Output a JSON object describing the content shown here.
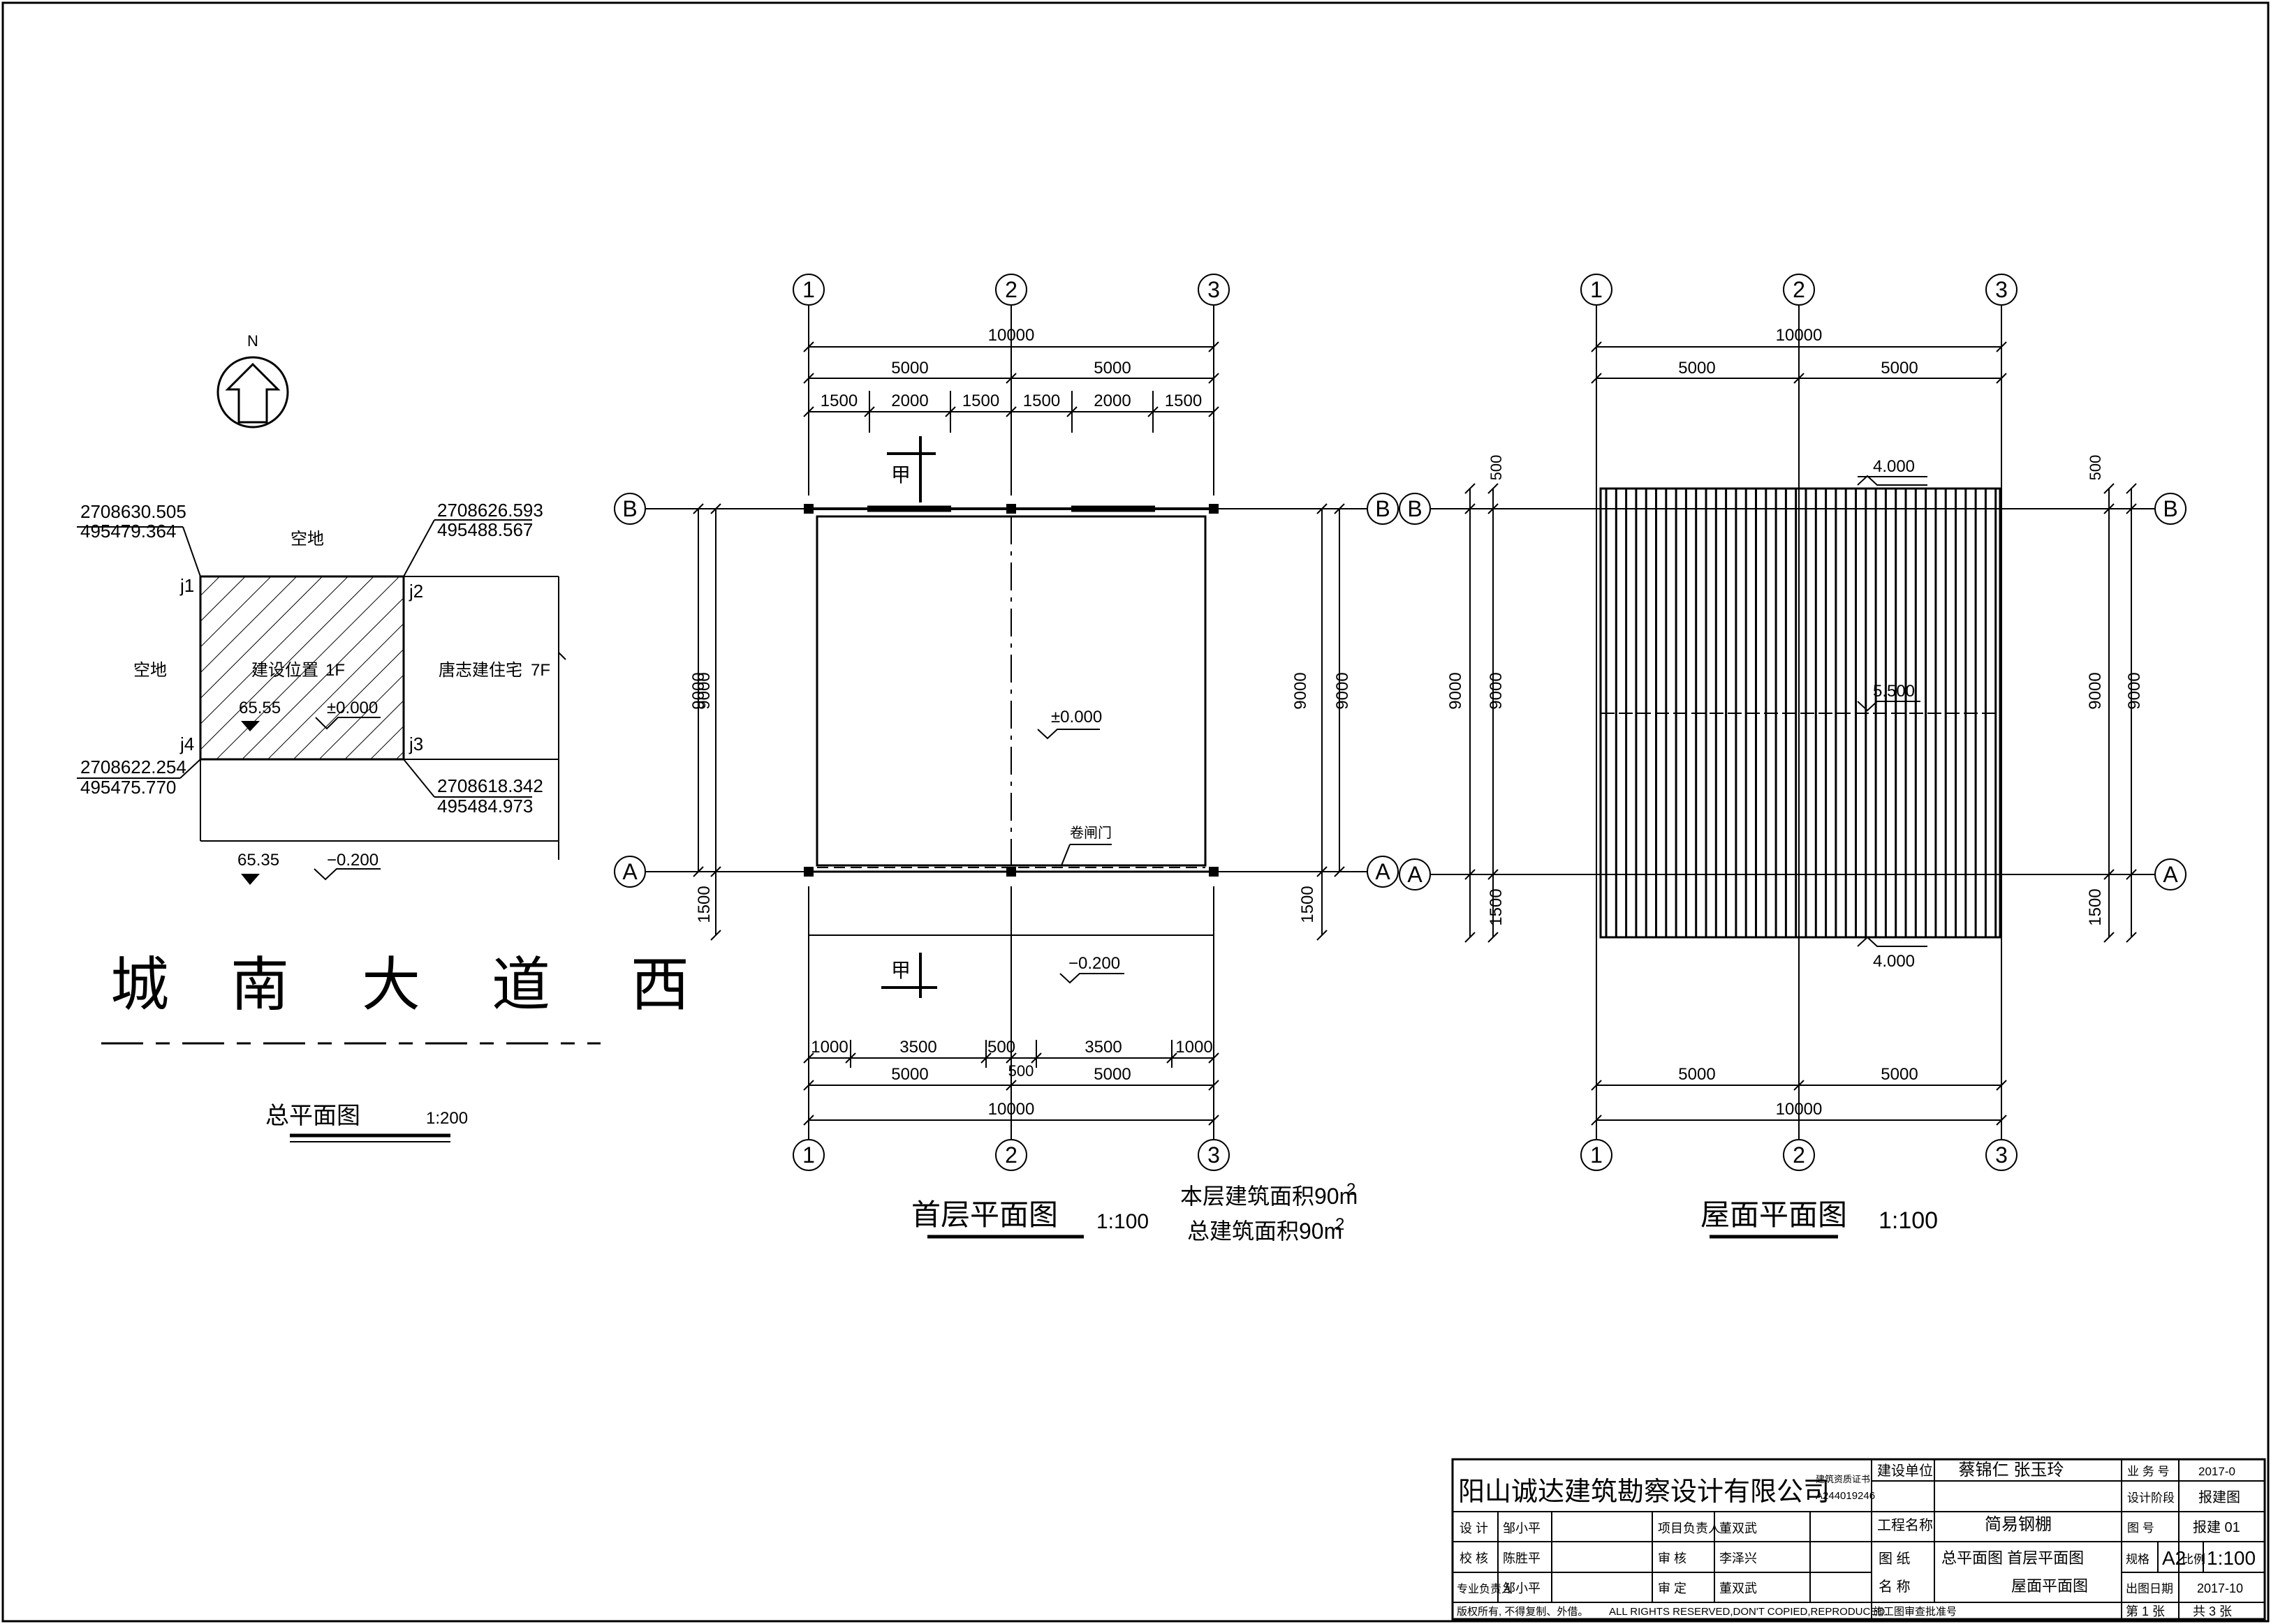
{
  "site_plan": {
    "north_label": "N",
    "coord_j1": [
      "2708630.505",
      "495479.364"
    ],
    "coord_j2": [
      "2708626.593",
      "495488.567"
    ],
    "coord_j4": [
      "2708622.254",
      "495475.770"
    ],
    "coord_j3": [
      "2708618.342",
      "495484.973"
    ],
    "point_j1": "j1",
    "point_j2": "j2",
    "point_j3": "j3",
    "point_j4": "j4",
    "empty_top": "空地",
    "empty_left": "空地",
    "build_pos": "建设位置",
    "floors": "1F",
    "elev_site": "65.55",
    "level_site": "±0.000",
    "neighbor": "唐志建住宅",
    "neighbor_floors": "7F",
    "elev_road": "65.35",
    "level_road": "−0.200",
    "road_chars": [
      "城",
      "南",
      "大",
      "道",
      "西"
    ],
    "title": "总平面图",
    "scale": "1:200"
  },
  "ground_plan": {
    "grid_x": [
      "1",
      "2",
      "3"
    ],
    "grid_y": [
      "B",
      "A"
    ],
    "dim_total": "10000",
    "dim_half": [
      "5000",
      "5000"
    ],
    "dim_top_detail": [
      "1500",
      "2000",
      "1500",
      "1500",
      "2000",
      "1500"
    ],
    "dim_bottom_detail": [
      "1000",
      "3500",
      "500",
      "3500",
      "1000"
    ],
    "dim_bottom_extra": "500",
    "dim_side": [
      "9000",
      "9000",
      "1500"
    ],
    "column_mark": "甲",
    "level_inside": "±0.000",
    "level_outside": "−0.200",
    "door_label": "卷闸门",
    "title": "首层平面图",
    "scale": "1:100",
    "area_floor": "本层建筑面积90m",
    "area_total": "总建筑面积90m",
    "area_sup": "2"
  },
  "roof_plan": {
    "grid_x": [
      "1",
      "2",
      "3"
    ],
    "grid_y": [
      "B",
      "A"
    ],
    "dim_total": "10000",
    "dim_half": [
      "5000",
      "5000"
    ],
    "dim_overhang": "500",
    "dim_side": [
      "9000",
      "9000",
      "1500"
    ],
    "elev_eave": "4.000",
    "elev_ridge": "5.500",
    "title": "屋面平面图",
    "scale": "1:100"
  },
  "title_block": {
    "company": "阳山诚达建筑勘察设计有限公司",
    "cert_label": "建筑资质证书",
    "cert_no": "A244019246",
    "client_label": "建设单位",
    "client": "蔡锦仁  张玉玲",
    "project_label": "工程名称",
    "project": "简易钢棚",
    "drawing_label": "图    纸",
    "name_label": "名    称",
    "drawing_names": [
      "总平面图    首层平面图",
      "屋面平面图"
    ],
    "roles": [
      {
        "role": "设    计",
        "name": "邹小平",
        "role2": "项目负责人",
        "name2": "董双武"
      },
      {
        "role": "校    核",
        "name": "陈胜平",
        "role2": "审    核",
        "name2": "李泽兴"
      },
      {
        "role": "专业负责人",
        "name": "邹小平",
        "role2": "审    定",
        "name2": "董双武"
      }
    ],
    "copyright_cn": "版权所有, 不得复制、外借。",
    "copyright_en": "ALL RIGHTS RESERVED,DON'T COPIED,REPRODUCED.",
    "review_label": "施工图审查批准号",
    "right_rows": [
      {
        "label": "业 务 号",
        "value": "2017-0"
      },
      {
        "label": "设计阶段",
        "value": "报建图"
      },
      {
        "label": "图    号",
        "value": "报建 01"
      }
    ],
    "size_label": "规格",
    "size_value": "A2",
    "ratio_label": "比例",
    "ratio_value": "1:100",
    "date_label": "出图日期",
    "date_value": "2017-10",
    "sheet_no": "第 1 张",
    "sheet_total": "共 3 张"
  }
}
